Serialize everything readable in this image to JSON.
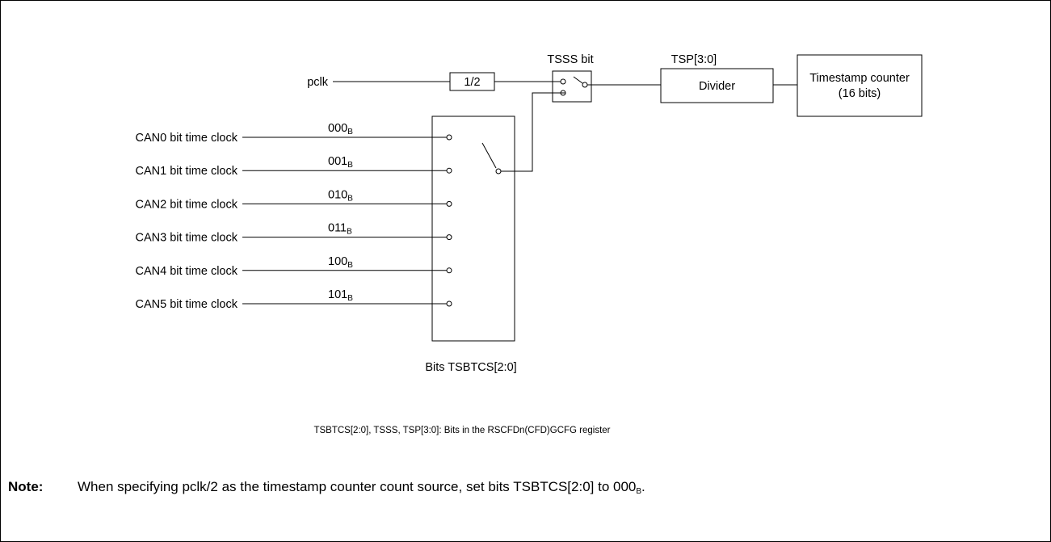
{
  "diagram": {
    "source": {
      "label": "pclk",
      "divider": "1/2"
    },
    "tsss": {
      "label": "TSSS bit"
    },
    "tsp": {
      "label": "TSP[3:0]",
      "block": "Divider"
    },
    "counter": {
      "line1": "Timestamp counter",
      "line2": "(16 bits)"
    },
    "inputs": [
      {
        "label": "CAN0 bit time clock",
        "code": "000",
        "code_sub": "B"
      },
      {
        "label": "CAN1 bit time clock",
        "code": "001",
        "code_sub": "B"
      },
      {
        "label": "CAN2 bit time clock",
        "code": "010",
        "code_sub": "B"
      },
      {
        "label": "CAN3 bit time clock",
        "code": "011",
        "code_sub": "B"
      },
      {
        "label": "CAN4 bit time clock",
        "code": "100",
        "code_sub": "B"
      },
      {
        "label": "CAN5 bit time clock",
        "code": "101",
        "code_sub": "B"
      }
    ],
    "selector_label": "Bits TSBTCS[2:0]",
    "register_note": "TSBTCS[2:0], TSSS, TSP[3:0]: Bits in the RSCFDn(CFD)GCFG register"
  },
  "note": {
    "key": "Note:",
    "text": "When specifying pclk/2 as the timestamp counter count source, set bits TSBTCS[2:0] to 000",
    "text_sub": "B",
    "text_end": "."
  }
}
